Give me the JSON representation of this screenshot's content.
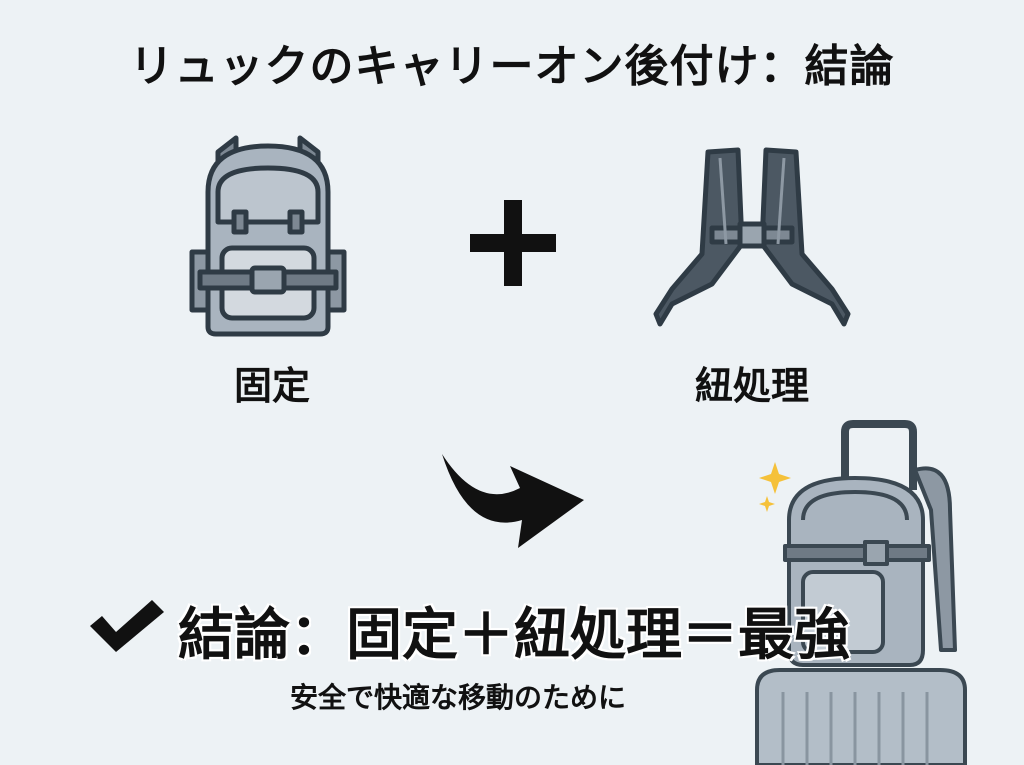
{
  "title": "リュックのキャリーオン後付け：結論",
  "items": [
    {
      "label": "固定",
      "icon": "backpack-icon"
    },
    {
      "label": "紐処理",
      "icon": "shoulder-straps-icon"
    }
  ],
  "operator": "plus-icon",
  "conclusion": {
    "text": "結論：固定＋紐処理＝最強",
    "subtitle": "安全で快適な移動のために",
    "icon": "checkmark-icon"
  },
  "colors": {
    "background": "#edf2f5",
    "bag": "#a9b4bf",
    "outline": "#2f3b45",
    "sparkle": "#f5c13a"
  }
}
